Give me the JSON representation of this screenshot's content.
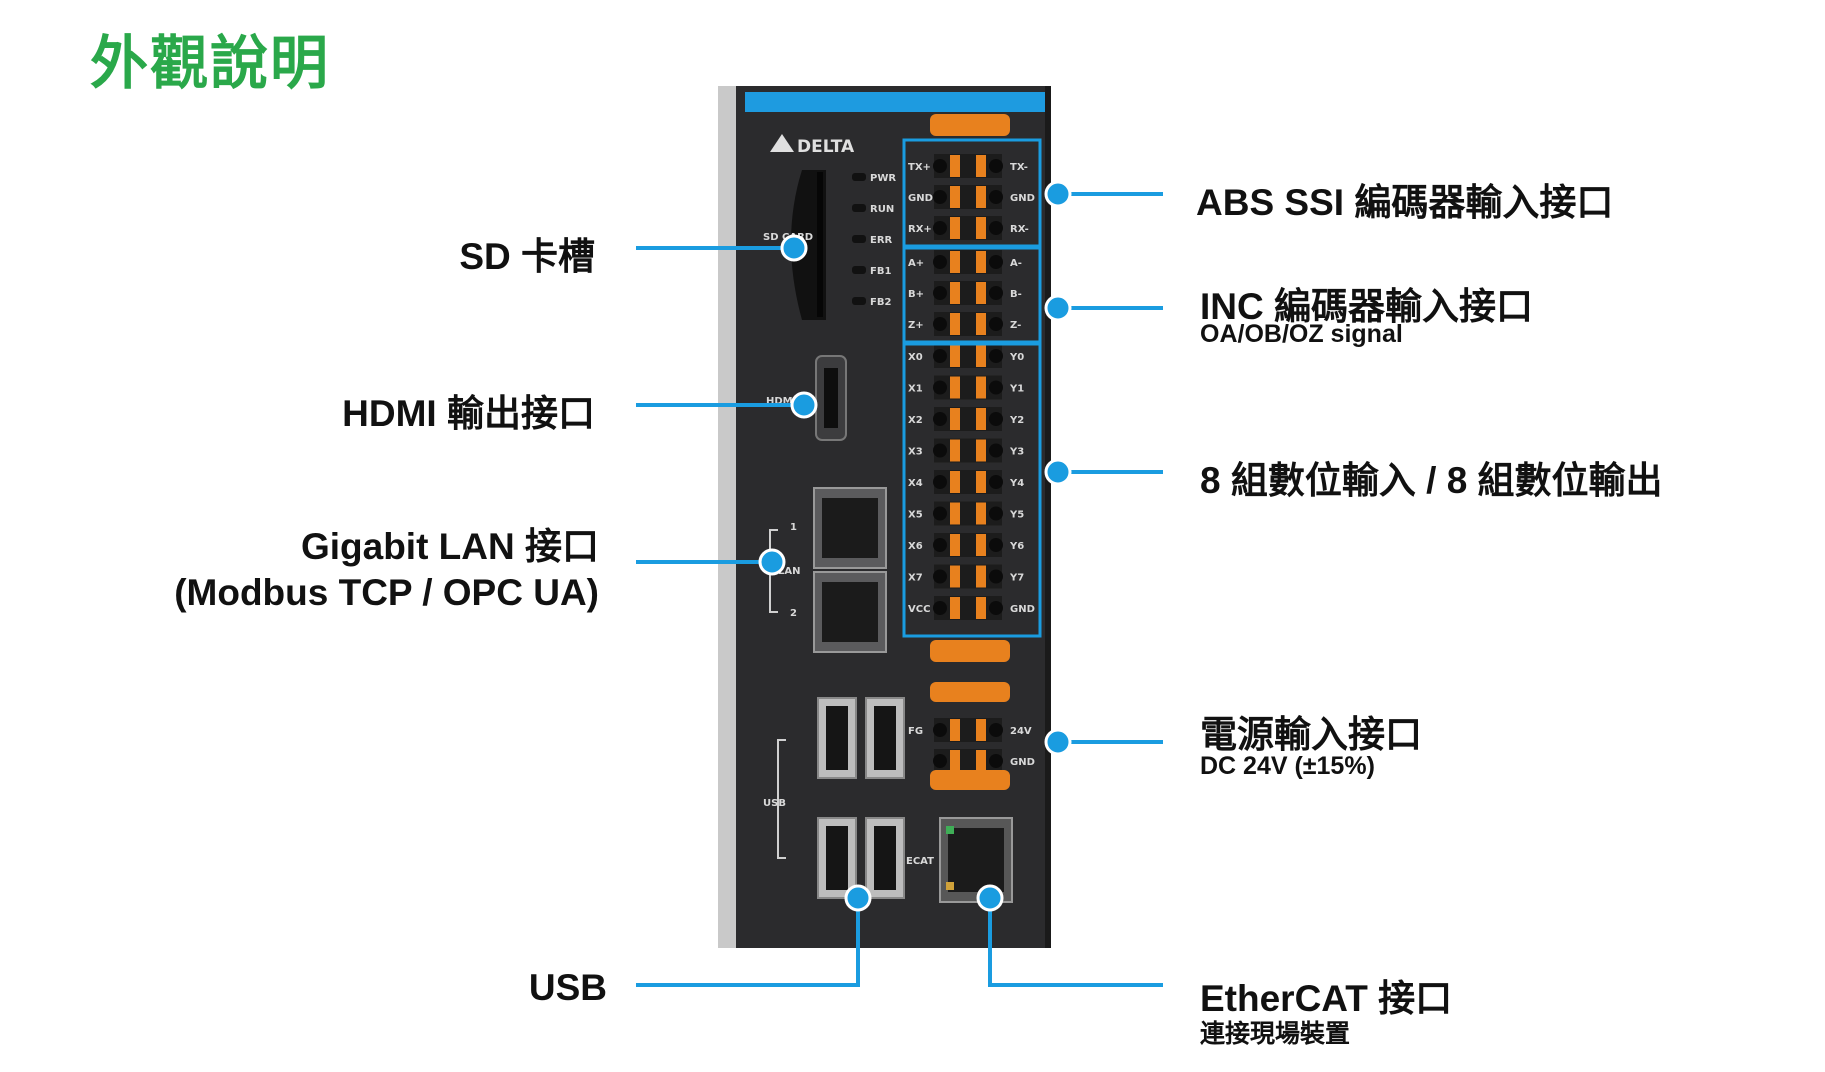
{
  "title": "外觀說明",
  "device": {
    "brand": "DELTA",
    "panel_labels": {
      "sd": "SD CARD",
      "hdmi": "HDMI",
      "lan": "LAN",
      "usb": "USB",
      "ecat": "ECAT",
      "lan_port1": "1",
      "lan_port2": "2"
    },
    "leds": [
      "PWR",
      "RUN",
      "ERR",
      "FB1",
      "FB2"
    ],
    "abs_pins_left": [
      "TX+",
      "GND",
      "RX+"
    ],
    "abs_pins_right": [
      "TX-",
      "GND",
      "RX-"
    ],
    "inc_pins_left": [
      "A+",
      "B+",
      "Z+"
    ],
    "inc_pins_right": [
      "A-",
      "B-",
      "Z-"
    ],
    "io_left": [
      "X0",
      "X1",
      "X2",
      "X3",
      "X4",
      "X5",
      "X6",
      "X7",
      "VCC"
    ],
    "io_right": [
      "Y0",
      "Y1",
      "Y2",
      "Y3",
      "Y4",
      "Y5",
      "Y6",
      "Y7",
      "GND"
    ],
    "power_left": "FG",
    "power_right": [
      "24V",
      "GND"
    ]
  },
  "labels": {
    "sd": "SD 卡槽",
    "hdmi": "HDMI 輸出接口",
    "lan_line1": "Gigabit LAN 接口",
    "lan_line2": "(Modbus TCP / OPC UA)",
    "usb": "USB",
    "abs": "ABS SSI 編碼器輸入接口",
    "inc": "INC 編碼器輸入接口",
    "inc_sub": "OA/OB/OZ signal",
    "io": "8 組數位輸入 / 8 組數位輸出",
    "power": "電源輸入接口",
    "power_sub": "DC 24V (±15%)",
    "ethercat": "EtherCAT 接口",
    "ethercat_sub": "連接現場裝置"
  },
  "colors": {
    "title": "#2aa84a",
    "callout": "#1a9ce0",
    "device_body": "#2b2b2d",
    "device_top_bar": "#1e9be0",
    "terminal_orange": "#e8811e"
  }
}
